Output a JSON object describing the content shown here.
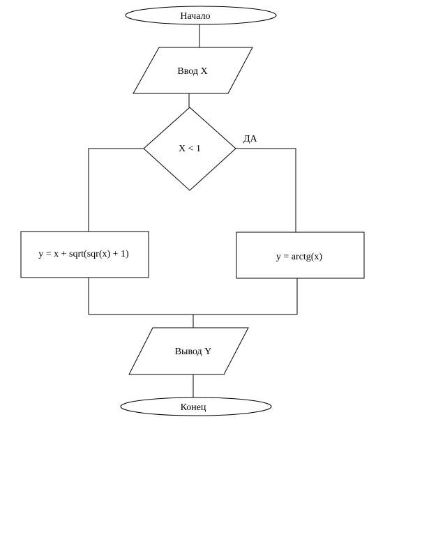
{
  "flowchart": {
    "start": "Начало",
    "input": "Ввод X",
    "condition": "X < 1",
    "yes_label": "ДА",
    "left_process": "y = x + sqrt(sqr(x) + 1)",
    "right_process": "y = arctg(x)",
    "output": "Вывод Y",
    "end": "Конец"
  },
  "colors": {
    "stroke": "#000000",
    "fill": "#ffffff"
  }
}
